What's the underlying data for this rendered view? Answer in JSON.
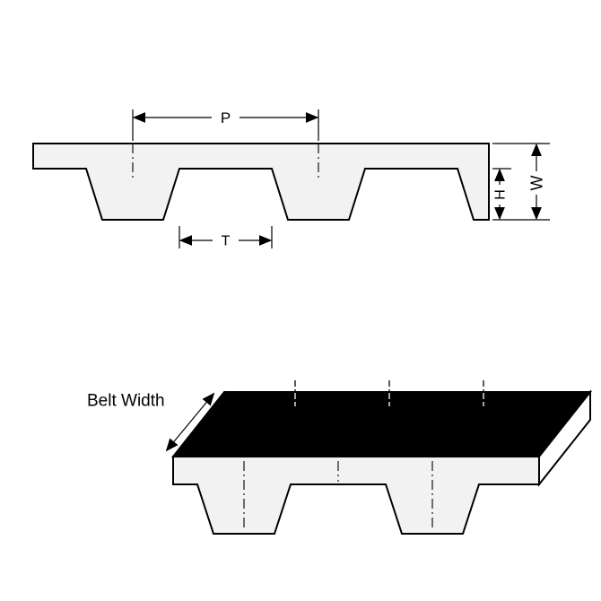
{
  "labels": {
    "pitch": "P",
    "tooth_width": "T",
    "tooth_height": "H",
    "belt_thickness": "W",
    "belt_width": "Belt Width"
  },
  "colors": {
    "outline": "#000000",
    "belt_fill": "#f2f2f2",
    "top_face_fill": "#000000",
    "end_face_fill": "#ffffff",
    "background": "#ffffff"
  }
}
